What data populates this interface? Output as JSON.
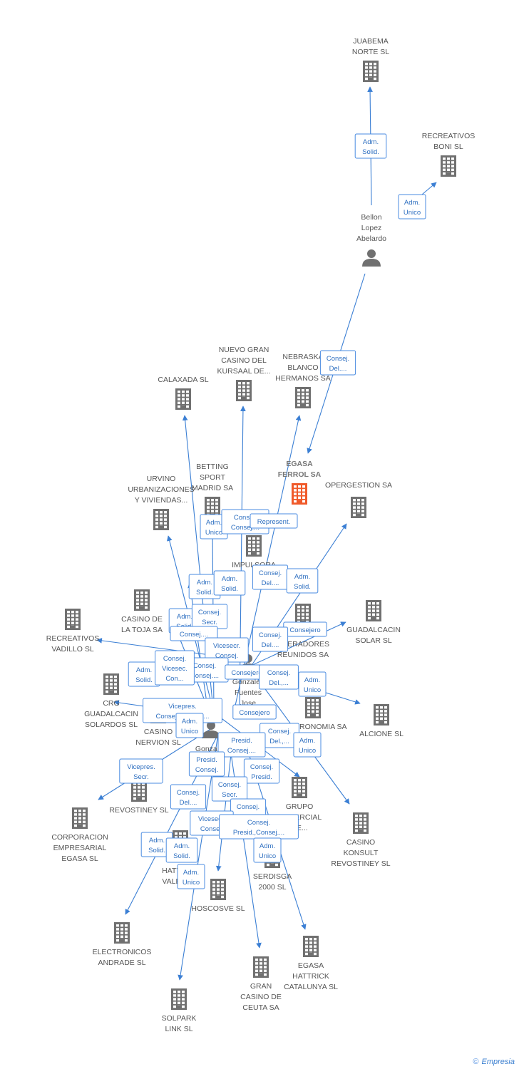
{
  "colors": {
    "node": "#707070",
    "focus": "#f05a2a",
    "edge": "#3b7fd4"
  },
  "nodes": [
    {
      "id": "juabema",
      "type": "company",
      "label": [
        "JUABEMA",
        "NORTE SL"
      ]
    },
    {
      "id": "recboni",
      "type": "company",
      "label": [
        "RECREATIVOS",
        "BONI SL"
      ]
    },
    {
      "id": "bellon",
      "type": "person",
      "label": [
        "Bellon",
        "Lopez",
        "Abelardo"
      ]
    },
    {
      "id": "calaxada",
      "type": "company",
      "label": [
        "CALAXADA SL"
      ]
    },
    {
      "id": "nuevogran",
      "type": "company",
      "label": [
        "NUEVO GRAN",
        "CASINO DEL",
        "KURSAAL DE..."
      ]
    },
    {
      "id": "nebraska",
      "type": "company",
      "label": [
        "NEBRASKA",
        "BLANCO",
        "HERMANOS SA"
      ]
    },
    {
      "id": "egasa_ferrol",
      "type": "focus",
      "label": [
        "EGASA",
        "FERROL SA"
      ]
    },
    {
      "id": "opergestion",
      "type": "company",
      "label": [
        "OPERGESTION SA"
      ]
    },
    {
      "id": "urvino",
      "type": "company",
      "label": [
        "URVINO",
        "URBANIZACIONES",
        "Y VIVIENDAS..."
      ]
    },
    {
      "id": "betting",
      "type": "company",
      "label": [
        "BETTING",
        "SPORT",
        "MADRID SA"
      ]
    },
    {
      "id": "impulsora",
      "type": "company",
      "label": [
        "IMPULSORA"
      ]
    },
    {
      "id": "casinotoja",
      "type": "company",
      "label": [
        "CASINO DE",
        "LA TOJA SA"
      ]
    },
    {
      "id": "union",
      "type": "company",
      "label": [
        "UNION DE",
        "OPERADORES",
        "REUNIDOS SA"
      ]
    },
    {
      "id": "guadsolar",
      "type": "company",
      "label": [
        "GUADALCACIN",
        "SOLAR SL"
      ]
    },
    {
      "id": "recvadillo",
      "type": "company",
      "label": [
        "RECREATIVOS",
        "VADILLO SL"
      ]
    },
    {
      "id": "crg",
      "type": "company",
      "label": [
        "CRG",
        "GUADALCACIN",
        "SOLARDOS SL"
      ]
    },
    {
      "id": "nervion",
      "type": "company",
      "label": [
        "CASINO",
        "NERVION SL"
      ]
    },
    {
      "id": "gonzalezjose",
      "type": "person",
      "label": [
        "Gonzalez",
        "Fuentes",
        "Jose"
      ]
    },
    {
      "id": "gonzalez2",
      "type": "person",
      "label": [
        "Gonzalez"
      ]
    },
    {
      "id": "gastronomia",
      "type": "company",
      "label": [
        "GASTRONOMIA SA"
      ]
    },
    {
      "id": "alcione",
      "type": "company",
      "label": [
        "ALCIONE SL"
      ]
    },
    {
      "id": "revostiney",
      "type": "company",
      "label": [
        "REVOSTINEY SL"
      ]
    },
    {
      "id": "corporacion",
      "type": "company",
      "label": [
        "CORPORACION",
        "EMPRESARIAL",
        "EGASA SL"
      ]
    },
    {
      "id": "grupo",
      "type": "company",
      "label": [
        "GRUPO",
        "COMERCIAL",
        "DE..."
      ]
    },
    {
      "id": "konsult",
      "type": "company",
      "label": [
        "CASINO",
        "KONSULT",
        "REVOSTINEY SL"
      ]
    },
    {
      "id": "egasahv",
      "type": "company",
      "label": [
        "EGASA",
        "HATTRICK",
        "VALENCIA"
      ]
    },
    {
      "id": "hoscosve",
      "type": "company",
      "label": [
        "HOSCOSVE SL"
      ]
    },
    {
      "id": "serdisga",
      "type": "company",
      "label": [
        "SERDISGA",
        "2000 SL"
      ]
    },
    {
      "id": "electronicos",
      "type": "company",
      "label": [
        "ELECTRONICOS",
        "ANDRADE SL"
      ]
    },
    {
      "id": "grancasino",
      "type": "company",
      "label": [
        "GRAN",
        "CASINO DE",
        "CEUTA SA"
      ]
    },
    {
      "id": "egasacat",
      "type": "company",
      "label": [
        "EGASA",
        "HATTRICK",
        "CATALUNYA SL"
      ]
    },
    {
      "id": "solpark",
      "type": "company",
      "label": [
        "SOLPARK",
        "LINK SL"
      ]
    }
  ],
  "roles": [
    [
      "Adm.",
      "Solid."
    ],
    [
      "Adm.",
      "Unico"
    ],
    [
      "Consej.",
      "Del...."
    ],
    [
      "Adm.",
      "Unico"
    ],
    [
      "Consej.",
      "Consej...."
    ],
    [
      "Represent."
    ],
    [
      "Adm.",
      "Solid."
    ],
    [
      "Adm.",
      "Solid."
    ],
    [
      "Consej.",
      "Del...."
    ],
    [
      "Adm.",
      "Solid."
    ],
    [
      "Adm.",
      "Solid."
    ],
    [
      "Consej.",
      "Secr."
    ],
    [
      "Consej...."
    ],
    [
      "Consejero"
    ],
    [
      "Consej.",
      "Del...."
    ],
    [
      "Vicesecr.",
      "Consej."
    ],
    [
      "Consej.",
      "Consej...."
    ],
    [
      "Adm.",
      "Solid."
    ],
    [
      "Consej.",
      "Vicesec.",
      "Con..."
    ],
    [
      "Consejero"
    ],
    [
      "Consej.",
      "Del.,..."
    ],
    [
      "Adm.",
      "Unico"
    ],
    [
      "Vicepres.",
      "Consej.,Consej...."
    ],
    [
      "Adm.",
      "Unico"
    ],
    [
      "Consejero"
    ],
    [
      "Consej.",
      "Del.,..."
    ],
    [
      "Presid.",
      "Consej...."
    ],
    [
      "Adm.",
      "Unico"
    ],
    [
      "Vicepres.",
      "Secr."
    ],
    [
      "Presid.",
      "Consej."
    ],
    [
      "Consej.",
      "Presid."
    ],
    [
      "Consej.",
      "Del...."
    ],
    [
      "Consej.",
      "Secr."
    ],
    [
      "Consej.",
      "Del..."
    ],
    [
      "Vicesecr.",
      "Consej."
    ],
    [
      "Consej.",
      "Presid.,Consej...."
    ],
    [
      "Adm.",
      "Solid."
    ],
    [
      "Adm.",
      "Unico"
    ],
    [
      "Adm.",
      "Unico"
    ],
    [
      "Adm.",
      "Solid."
    ]
  ],
  "footer": {
    "copyright": "©",
    "brand": "Empresia"
  }
}
